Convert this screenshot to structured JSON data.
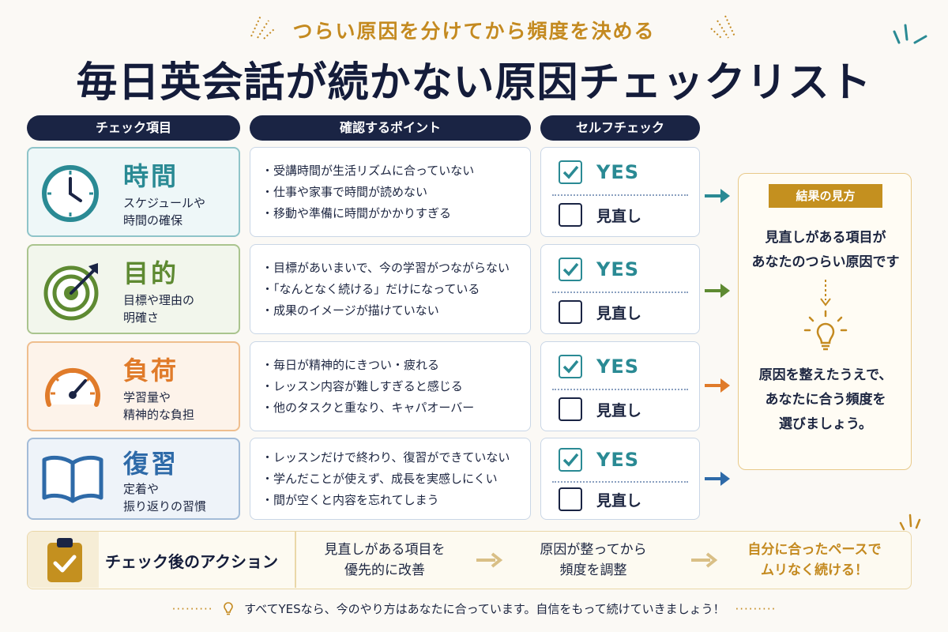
{
  "header": {
    "subtitle": "つらい原因を分けてから頻度を決める",
    "title": "毎日英会話が続かない原因チェックリスト"
  },
  "columns": [
    "チェック項目",
    "確認するポイント",
    "セルフチェック"
  ],
  "rows": [
    {
      "title": "時間",
      "desc": [
        "スケジュールや",
        "時間の確保"
      ],
      "points": [
        "受講時間が生活リズムに合っていない",
        "仕事や家事で時間が読めない",
        "移動や準備に時間がかかりすぎる"
      ],
      "icon": "clock-icon",
      "color": "#2a8a94",
      "bg": "#eef7f8"
    },
    {
      "title": "目的",
      "desc": [
        "目標や理由の",
        "明確さ"
      ],
      "points": [
        "目標があいまいで、今の学習がつながらない",
        "「なんとなく続ける」だけになっている",
        "成果のイメージが描けていない"
      ],
      "icon": "target-icon",
      "color": "#5e8a32",
      "bg": "#f2f6ec"
    },
    {
      "title": "負荷",
      "desc": [
        "学習量や",
        "精神的な負担"
      ],
      "points": [
        "毎日が精神的にきつい・疲れる",
        "レッスン内容が難しすぎると感じる",
        "他のタスクと重なり、キャパオーバー"
      ],
      "icon": "gauge-icon",
      "color": "#e07b2a",
      "bg": "#fdf3ea"
    },
    {
      "title": "復習",
      "desc": [
        "定着や",
        "振り返りの習慣"
      ],
      "points": [
        "レッスンだけで終わり、復習ができていない",
        "学んだことが使えず、成長を実感しにくい",
        "間が空くと内容を忘れてしまう"
      ],
      "icon": "book-icon",
      "color": "#2e6aa8",
      "bg": "#eef3f9"
    }
  ],
  "check": {
    "yes": "YES",
    "no": "見直し"
  },
  "result": {
    "badge": "結果の見方",
    "text1": [
      "見直しがある項目が",
      "あなたのつらい原因です"
    ],
    "text2": [
      "原因を整えたうえで、",
      "あなたに合う頻度を",
      "選びましょう。"
    ]
  },
  "action": {
    "title": "チェック後のアクション",
    "steps": [
      [
        "見直しがある項目を",
        "優先的に改善"
      ],
      [
        "原因が整ってから",
        "頻度を調整"
      ],
      [
        "自分に合ったペースで",
        "ムリなく続ける！"
      ]
    ]
  },
  "footer": "すべてYESなら、今のやり方はあなたに合っています。自信をもって続けていきましょう！"
}
